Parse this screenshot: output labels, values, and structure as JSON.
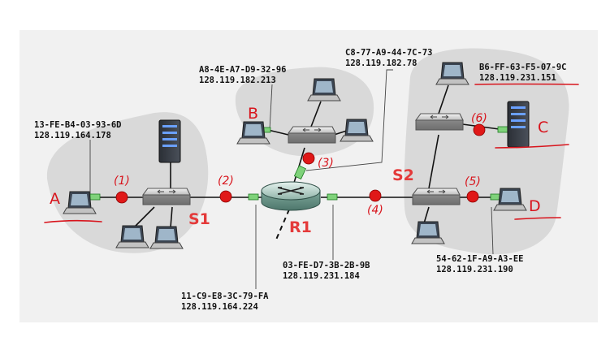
{
  "hosts": {
    "A": {
      "label": "A",
      "mac": "13-FE-B4-03-93-6D",
      "ip": "128.119.164.178"
    },
    "B": {
      "label": "B",
      "mac": "A8-4E-A7-D9-32-96",
      "ip": "128.119.182.213"
    },
    "C": {
      "label": "C",
      "mac": "B6-FF-63-F5-07-9C",
      "ip": "128.119.231.151"
    },
    "D": {
      "label": "D",
      "mac": "54-62-1F-A9-A3-EE",
      "ip": "128.119.231.190"
    }
  },
  "router": {
    "label": "R1",
    "if_subnet1": {
      "mac": "11-C9-E8-3C-79-FA",
      "ip": "128.119.164.224"
    },
    "if_subnet2": {
      "mac": "C8-77-A9-44-7C-73",
      "ip": "128.119.182.78"
    },
    "if_subnet3": {
      "mac": "03-FE-D7-3B-2B-9B",
      "ip": "128.119.231.184"
    }
  },
  "switches": {
    "s1": "S1",
    "s2": "S2"
  },
  "interfaces": [
    "(1)",
    "(2)",
    "(3)",
    "(4)",
    "(5)",
    "(6)"
  ],
  "colors": {
    "cloud": "#d9d9d9",
    "dot": "#e01818",
    "annotation": "#d8141c",
    "link_marker": "#22c55e"
  }
}
